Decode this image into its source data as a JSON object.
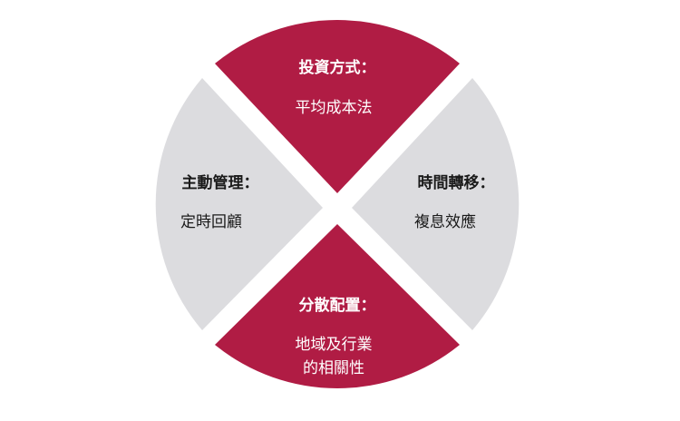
{
  "colors": {
    "accent": "#b01c44",
    "neutral": "#dcdcdf",
    "accent_text": "#ffffff",
    "neutral_text": "#1a1a1a"
  },
  "quadrants": {
    "top": {
      "title": "投資方式：",
      "lines": [
        "平均成本法"
      ]
    },
    "right": {
      "title": "時間轉移：",
      "lines": [
        "複息效應"
      ]
    },
    "bottom": {
      "title": "分散配置：",
      "lines": [
        "地域及行業",
        "的相關性"
      ]
    },
    "left": {
      "title": "主動管理：",
      "lines": [
        "定時回顧"
      ]
    }
  }
}
